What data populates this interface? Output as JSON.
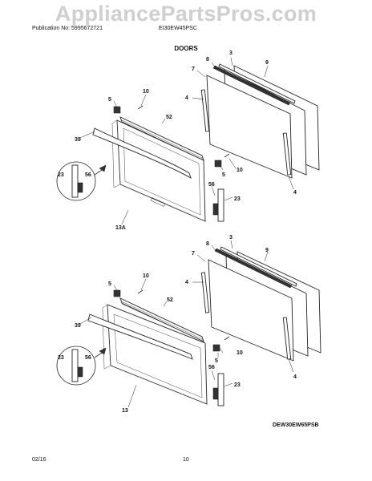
{
  "watermark": "AppliancePartsPros.com",
  "header": {
    "publication": "Publication No: 5995672721",
    "model": "EI30EW45PSC"
  },
  "section_title": "DOORS",
  "upper_callouts": {
    "c3": "3",
    "c8": "8",
    "c9": "9",
    "c7": "7",
    "c4a": "4",
    "c10a": "10",
    "c5a": "5",
    "c52": "52",
    "c39": "39",
    "c23a": "23",
    "c56a": "56",
    "c5b": "5",
    "c10b": "10",
    "c4b": "4",
    "c56b": "56",
    "c23b": "23",
    "c13a": "13A"
  },
  "lower_callouts": {
    "c3": "3",
    "c8": "8",
    "c9": "9",
    "c7": "7",
    "c4a": "4",
    "c10a": "10",
    "c5a": "5",
    "c52": "52",
    "c39": "39",
    "c23a": "23",
    "c56a": "56",
    "c10b": "10",
    "c5b": "5",
    "c4b": "4",
    "c56b": "56",
    "c23b": "23",
    "c13": "13"
  },
  "diagram_code": "DEW30EW65PSB",
  "footer": {
    "date": "02/16",
    "page": "10"
  }
}
